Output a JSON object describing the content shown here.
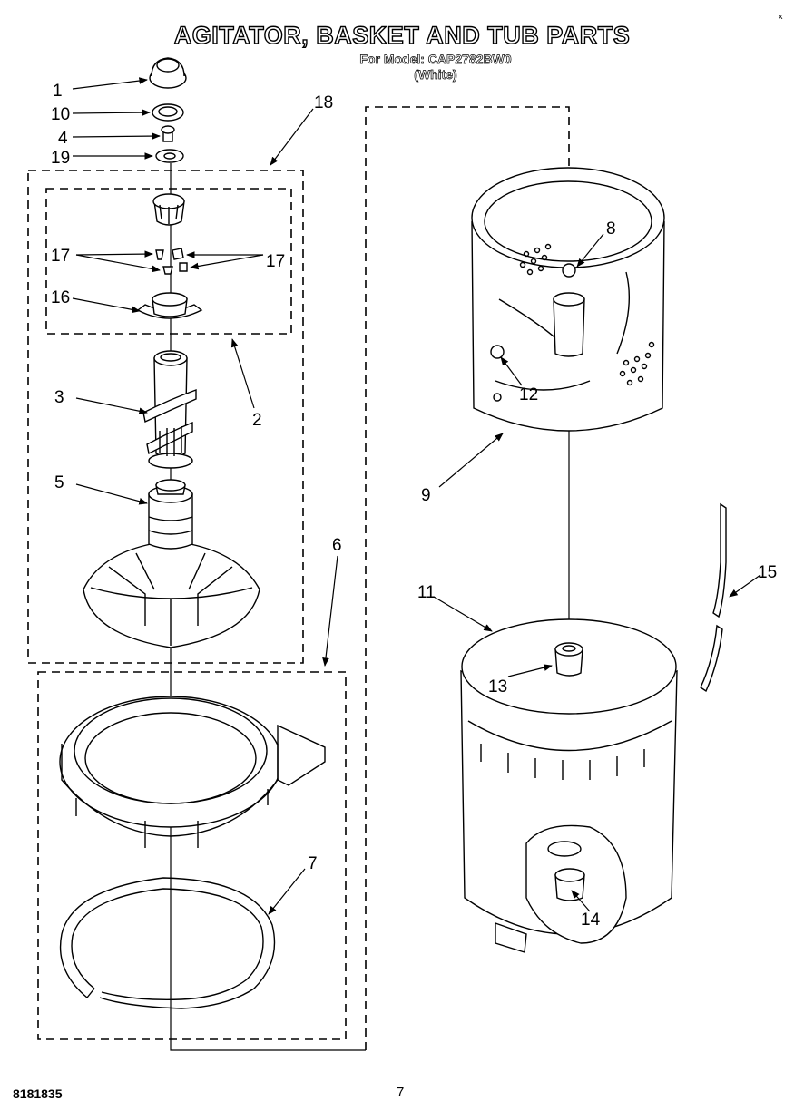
{
  "header": {
    "title": "AGITATOR, BASKET AND TUB PARTS",
    "model": "For Model: CAP2782BW0",
    "color": "(White)"
  },
  "footer": {
    "doc_number": "8181835",
    "page_number": "7"
  },
  "corner_mark": "x",
  "callouts": [
    "1",
    "10",
    "4",
    "19",
    "18",
    "17",
    "17",
    "16",
    "3",
    "2",
    "5",
    "6",
    "7",
    "8",
    "12",
    "9",
    "11",
    "13",
    "15",
    "14"
  ]
}
